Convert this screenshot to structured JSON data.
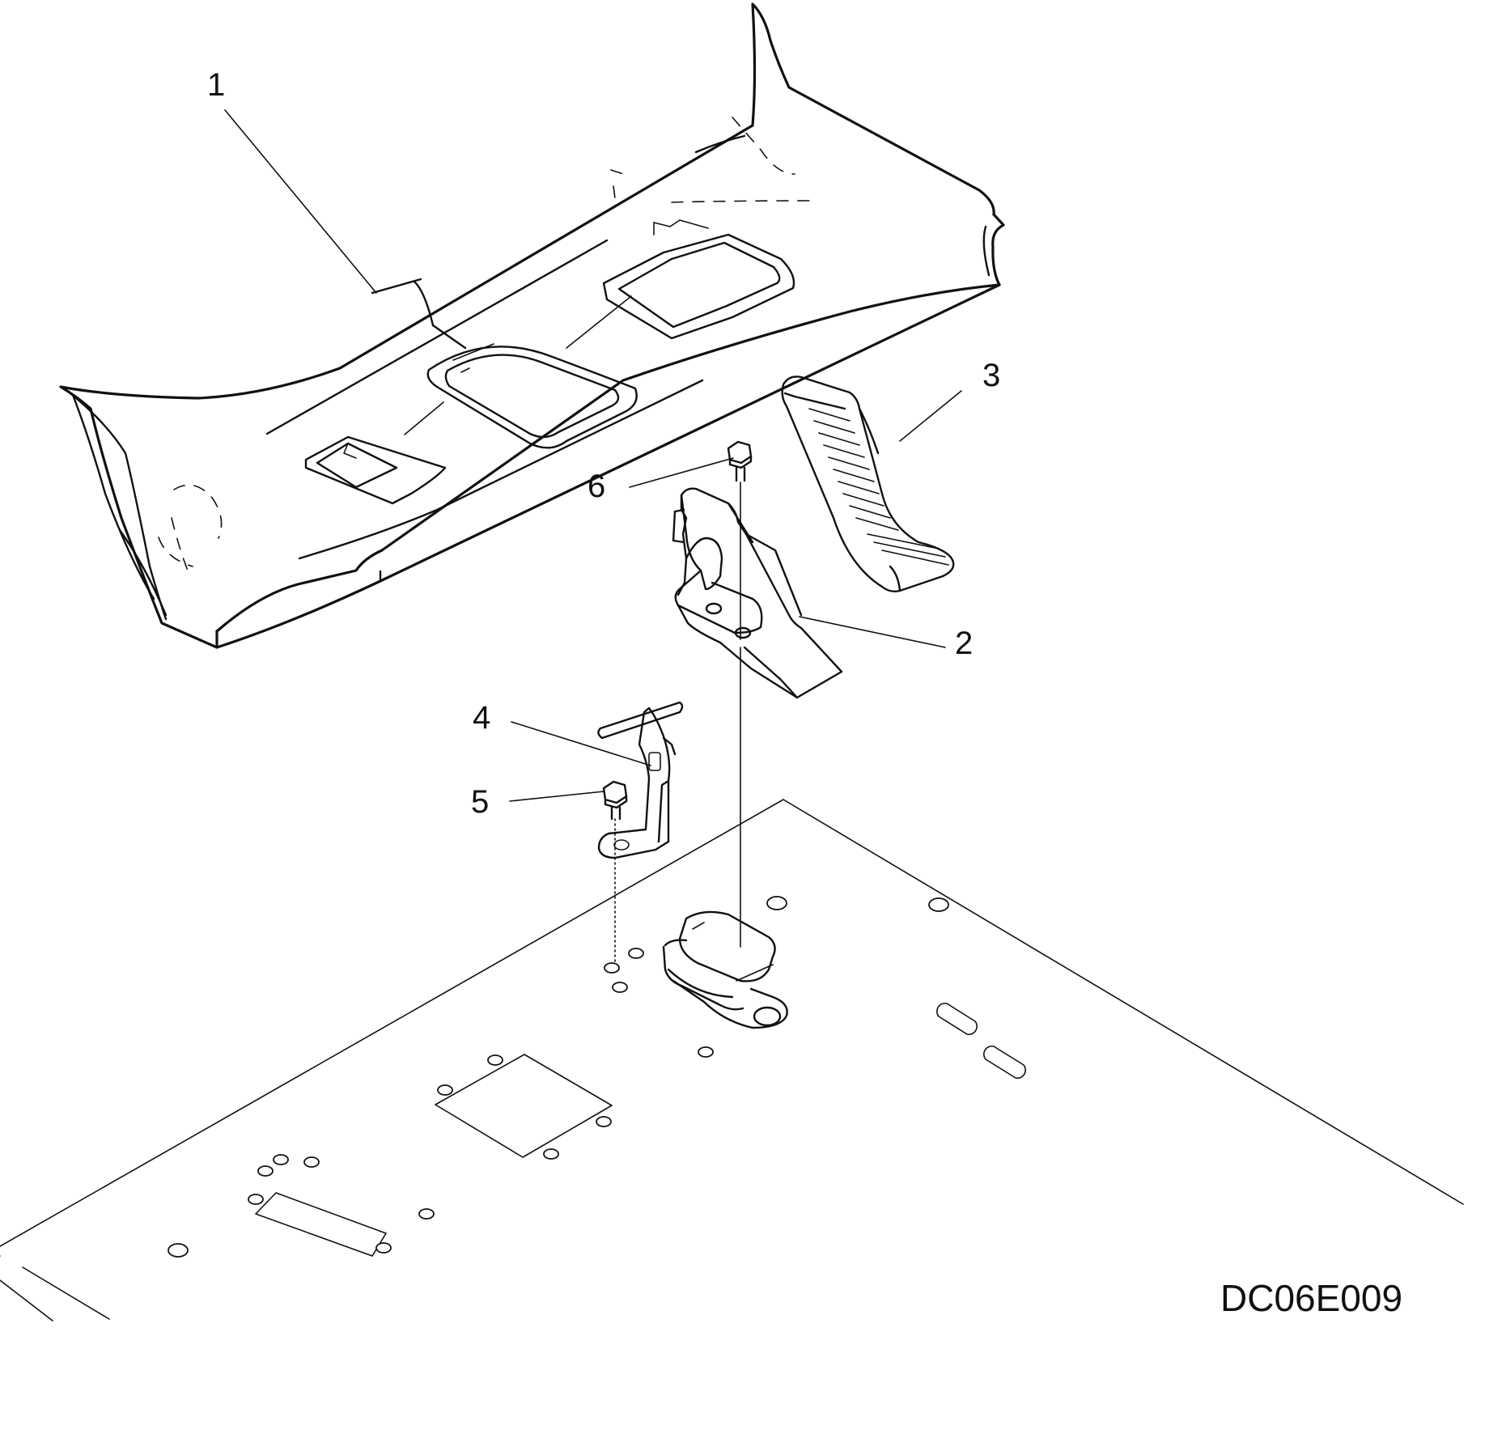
{
  "figure": {
    "id_text": "DC06E009"
  },
  "callouts": [
    {
      "num": "1",
      "part": "floor-panel"
    },
    {
      "num": "2",
      "part": "pedal-bracket"
    },
    {
      "num": "3",
      "part": "accelerator-pedal"
    },
    {
      "num": "4",
      "part": "stopper-bracket"
    },
    {
      "num": "5",
      "part": "bolt"
    },
    {
      "num": "6",
      "part": "bolt"
    }
  ]
}
